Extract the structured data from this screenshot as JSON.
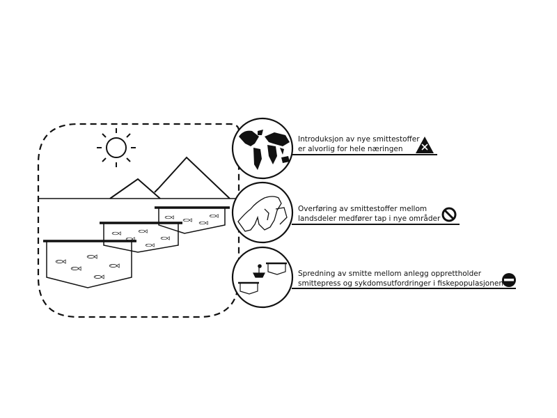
{
  "rows": [
    {
      "icon": "world-map-icon",
      "line1": "Introduksjon av nye smittestoffer",
      "line2": "er alvorlig for hele næringen",
      "status_icon": "x-triangle-icon"
    },
    {
      "icon": "scandinavia-map-icon",
      "line1": "Overføring av smittestoffer mellom",
      "line2": "landsdeler medfører tap i nye områder",
      "status_icon": "prohibited-icon"
    },
    {
      "icon": "farm-to-farm-spread-icon",
      "line1": "Spredning av smitte mellom anlegg opprettholder",
      "line2": "smittepress og sykdomsutfordringer i fiskepopulasjonen",
      "status_icon": "minus-circle-icon"
    }
  ]
}
